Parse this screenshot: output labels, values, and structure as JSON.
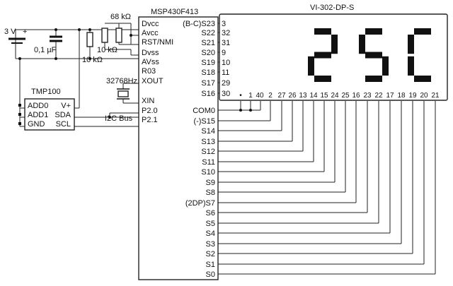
{
  "battery": {
    "voltage_label": "3 V",
    "plus_label": "+"
  },
  "capacitor": {
    "label": "0,1 µF"
  },
  "resistors": {
    "r1": "68 kΩ",
    "r2": "10 kΩ",
    "r3": "10 kΩ"
  },
  "crystal": {
    "label": "32768Hz"
  },
  "i2c_bus_label": "I2C Bus",
  "tmp100": {
    "title": "TMP100",
    "left_pins": [
      "ADD0",
      "ADD1",
      "GND"
    ],
    "right_pins": [
      "V+",
      "SDA",
      "SCL"
    ]
  },
  "msp430": {
    "title": "MSP430F413",
    "left_pins": [
      "Dvcc",
      "Avcc",
      "RST/NMI",
      "Dvss",
      "AVss",
      "R03",
      "XOUT",
      "XIN",
      "P2.0",
      "P2.1"
    ],
    "right_top_pins": [
      "(B-C)S23",
      "S22",
      "S21",
      "S20",
      "S19",
      "S18",
      "S17",
      "S16"
    ],
    "right_bottom_pins": [
      "COM0",
      "(-)S15",
      "S14",
      "S13",
      "S12",
      "S11",
      "S10",
      "S9",
      "S8",
      "(2DP)S7",
      "S6",
      "S5",
      "S4",
      "S3",
      "S2",
      "S1",
      "S0"
    ]
  },
  "lcd": {
    "title": "VI-302-DP-S",
    "display_text": "25C",
    "left_pins": [
      "3",
      "32",
      "31",
      "9",
      "10",
      "11",
      "29",
      "30"
    ],
    "bottom_pins": [
      "•",
      "1",
      "40",
      "2",
      "27",
      "26",
      "13",
      "14",
      "15",
      "24",
      "25",
      "16",
      "23",
      "22",
      "17",
      "18",
      "19",
      "20",
      "21"
    ]
  }
}
